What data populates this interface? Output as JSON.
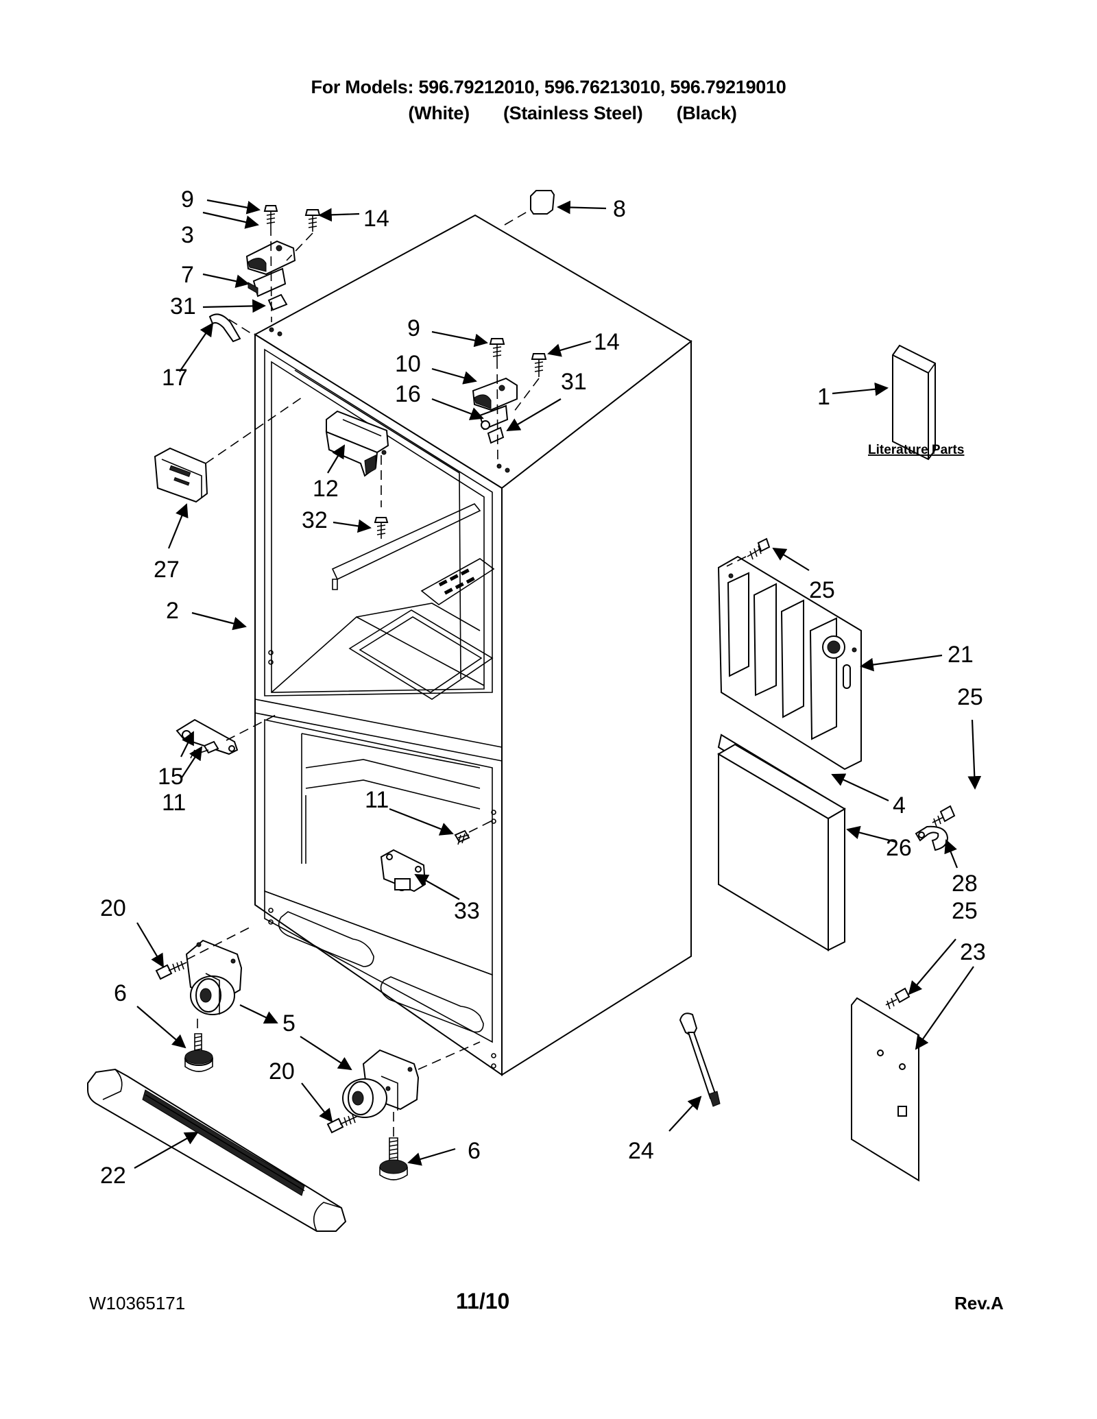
{
  "header": {
    "models_line": "For Models: 596.79212010, 596.76213010, 596.79219010",
    "colors": [
      "(White)",
      "(Stainless Steel)",
      "(Black)"
    ]
  },
  "literature_label": "Literature Parts",
  "callouts": {
    "c1": "1",
    "c2": "2",
    "c3": "3",
    "c4": "4",
    "c5": "5",
    "c6a": "6",
    "c6b": "6",
    "c7": "7",
    "c8": "8",
    "c9a": "9",
    "c9b": "9",
    "c10": "10",
    "c11a": "11",
    "c11b": "11",
    "c12": "12",
    "c14a": "14",
    "c14b": "14",
    "c15": "15",
    "c16": "16",
    "c17": "17",
    "c20a": "20",
    "c20b": "20",
    "c21": "21",
    "c22": "22",
    "c23": "23",
    "c24": "24",
    "c25a": "25",
    "c25b": "25",
    "c25c": "25",
    "c26": "26",
    "c27": "27",
    "c28": "28",
    "c31a": "31",
    "c31b": "31",
    "c32": "32",
    "c33": "33"
  },
  "footer": {
    "doc_number": "W10365171",
    "date": "11/10",
    "revision": "Rev.A"
  }
}
